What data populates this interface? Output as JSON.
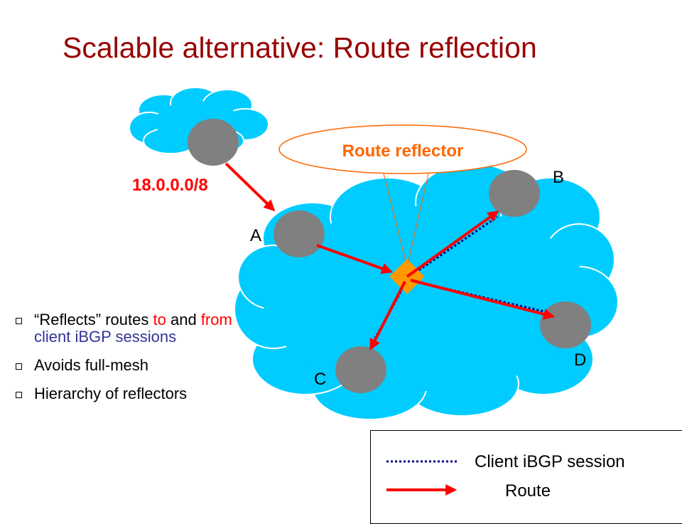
{
  "title": "Scalable alternative: Route reflection",
  "callout": {
    "label": "Route reflector"
  },
  "prefix_label": "18.0.0.0/8",
  "routers": [
    {
      "id": "external",
      "label": ""
    },
    {
      "id": "A",
      "label": "A"
    },
    {
      "id": "B",
      "label": "B"
    },
    {
      "id": "C",
      "label": "C"
    },
    {
      "id": "D",
      "label": "D"
    }
  ],
  "bullets": [
    {
      "parts": [
        {
          "text": "“Reflects” routes ",
          "color": "black"
        },
        {
          "text": "to",
          "color": "red"
        },
        {
          "text": " and ",
          "color": "black"
        },
        {
          "text": "from",
          "color": "red"
        },
        {
          "text": " ",
          "color": "black"
        },
        {
          "text": "client iBGP sessions",
          "color": "blue"
        }
      ]
    },
    {
      "parts": [
        {
          "text": "Avoids full-mesh",
          "color": "black"
        }
      ]
    },
    {
      "parts": [
        {
          "text": "Hierarchy of reflectors",
          "color": "black"
        }
      ]
    }
  ],
  "legend": {
    "session_label": "Client iBGP session",
    "route_label": "Route"
  },
  "colors": {
    "title": "#990000",
    "cloud": "#00ccff",
    "router": "#808080",
    "route_arrow": "#ff0000",
    "ibgp_session": "#000080",
    "reflector": "#ff9900",
    "callout_outline": "#ff6600",
    "callout_text": "#ff6600",
    "prefix_label": "#ff0000"
  }
}
